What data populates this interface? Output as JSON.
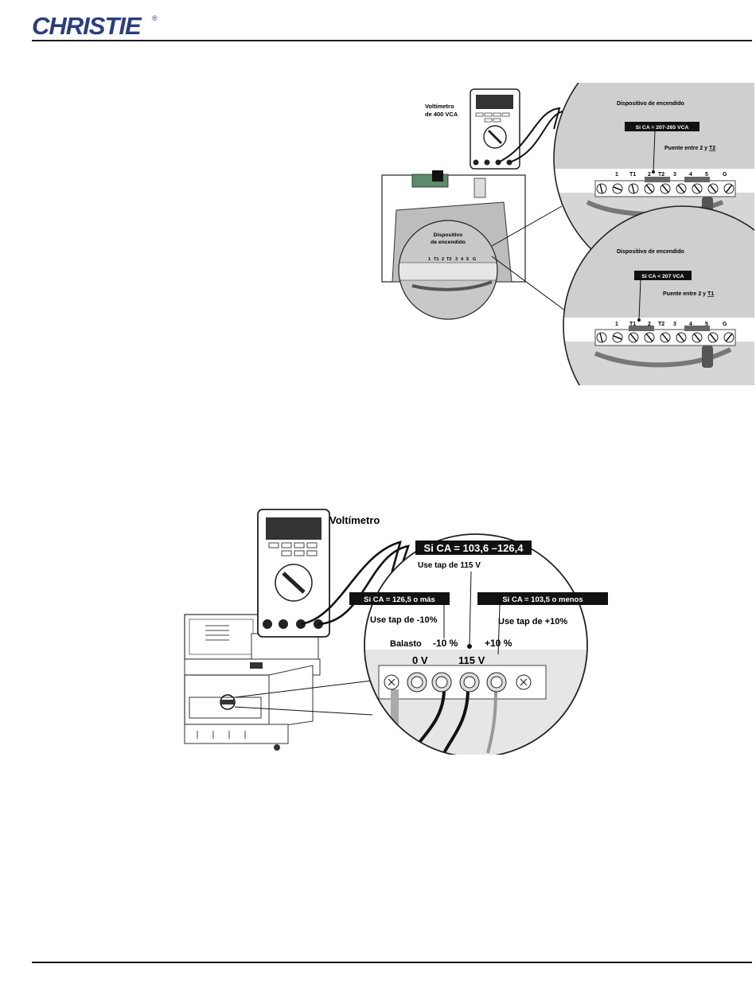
{
  "header": {
    "logo_text": "CHRISTIE",
    "logo_mark": "®",
    "brand_color": "#2c3e7c"
  },
  "figure1": {
    "meter_label_line1": "Voltímetro",
    "meter_label_line2": "de 400 VCA",
    "inset_label_line1": "Dispositivo",
    "inset_label_line2": "de encendido",
    "inset_terminals": [
      "1",
      "T1",
      "2",
      "T2",
      "3",
      "4",
      "5",
      "G"
    ],
    "top_zoom": {
      "title": "Dispositivo de encendido",
      "condition": "Si CA = 207-265 VCA",
      "jumper_prefix": "Puente entre 2 y ",
      "jumper_target": "T2",
      "terminals": [
        "1",
        "T1",
        "2",
        "T2",
        "3",
        "4",
        "5",
        "G"
      ]
    },
    "bottom_zoom": {
      "title": "Dispositivo de encendido",
      "condition": "Si CA < 207 VCA",
      "jumper_prefix": "Puente entre 2 y ",
      "jumper_target": "T1",
      "terminals": [
        "1",
        "T1",
        "2",
        "T2",
        "3",
        "4",
        "5",
        "G"
      ]
    }
  },
  "figure2": {
    "meter_label": "Voltímetro",
    "center_condition": "Si CA = 103,6 –126,4",
    "center_use": "Use tap de 115 V",
    "left_condition": "Si CA = 126,5 o más",
    "left_use": "Use tap de -10%",
    "right_condition": "Si CA = 103,5 o menos",
    "right_use": "Use tap de +10%",
    "ballast_label": "Balasto",
    "tap_minus": "-10 %",
    "tap_plus": "+10 %",
    "tap_0v": "0 V",
    "tap_115v": "115 V"
  }
}
